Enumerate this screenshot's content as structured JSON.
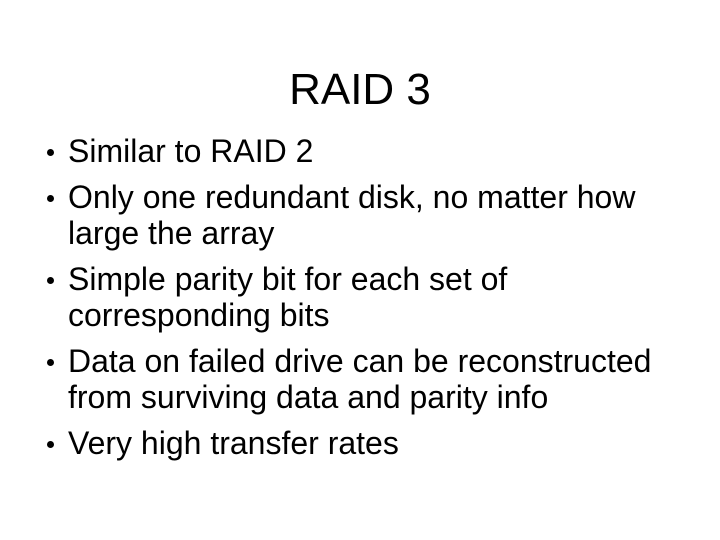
{
  "slide": {
    "title": "RAID 3",
    "bullets": [
      "Similar to RAID 2",
      "Only one redundant disk, no matter how large the array",
      "Simple parity bit for each set of corresponding bits",
      "Data on failed drive can be reconstructed from surviving data and parity info",
      "Very high transfer rates"
    ],
    "colors": {
      "background": "#ffffff",
      "text": "#000000"
    }
  }
}
